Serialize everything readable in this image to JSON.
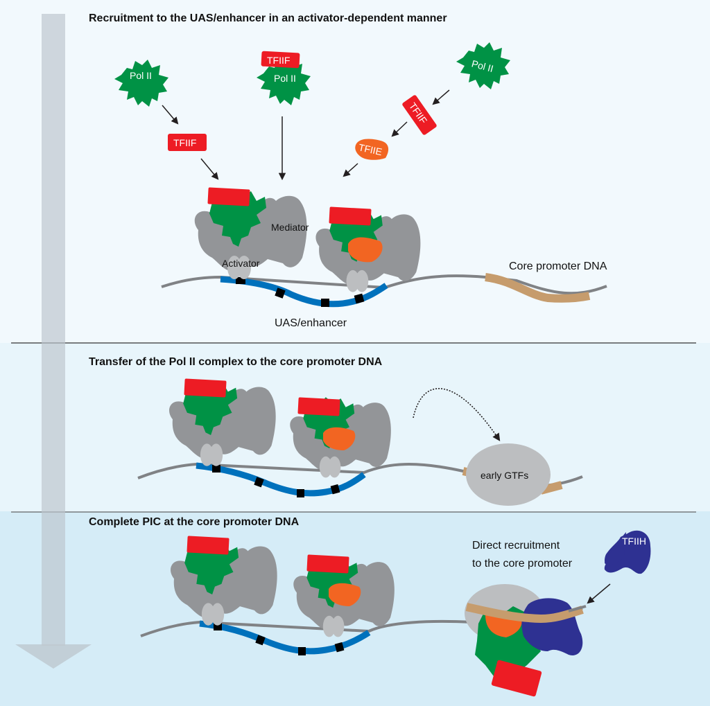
{
  "colors": {
    "panel1_bg": "#f2f9fd",
    "panel2_bg": "#e8f5fb",
    "panel3_bg": "#d5ecf7",
    "pol2_green": "#009245",
    "tfiif_red": "#ed1c24",
    "tfiie_orange": "#f26522",
    "mediator_gray": "#939598",
    "activator_lightgray": "#bcbec0",
    "uas_blue": "#0071bc",
    "core_promoter_tan": "#c69c6d",
    "dna_gray": "#808285",
    "tfiih_navy": "#2e3192",
    "timeline_arrow": "#c7ced3"
  },
  "panels": [
    {
      "id": "recruitment",
      "title": "Recruitment to the UAS/enhancer in an activator-dependent manner",
      "labels": {
        "pol2_a": "Pol II",
        "pol2_b": "Pol II",
        "pol2_c": "Pol II",
        "tfiif_free": "TFIIF",
        "tfiif_bound": "TFIIF",
        "tfiif_tilted": "TFIIF",
        "tfiie": "TFIIE",
        "mediator": "Mediator",
        "activator": "Activator",
        "core_promoter": "Core promoter DNA",
        "uas": "UAS/enhancer"
      }
    },
    {
      "id": "transfer",
      "title": "Transfer of the Pol II complex to the core promoter DNA",
      "labels": {
        "early_gtfs": "early GTFs"
      }
    },
    {
      "id": "complete-pic",
      "title": "Complete PIC at the core promoter DNA",
      "labels": {
        "direct_line1": "Direct recruitment",
        "direct_line2": "to the core promoter",
        "tfiih": "TFIIH"
      }
    }
  ]
}
